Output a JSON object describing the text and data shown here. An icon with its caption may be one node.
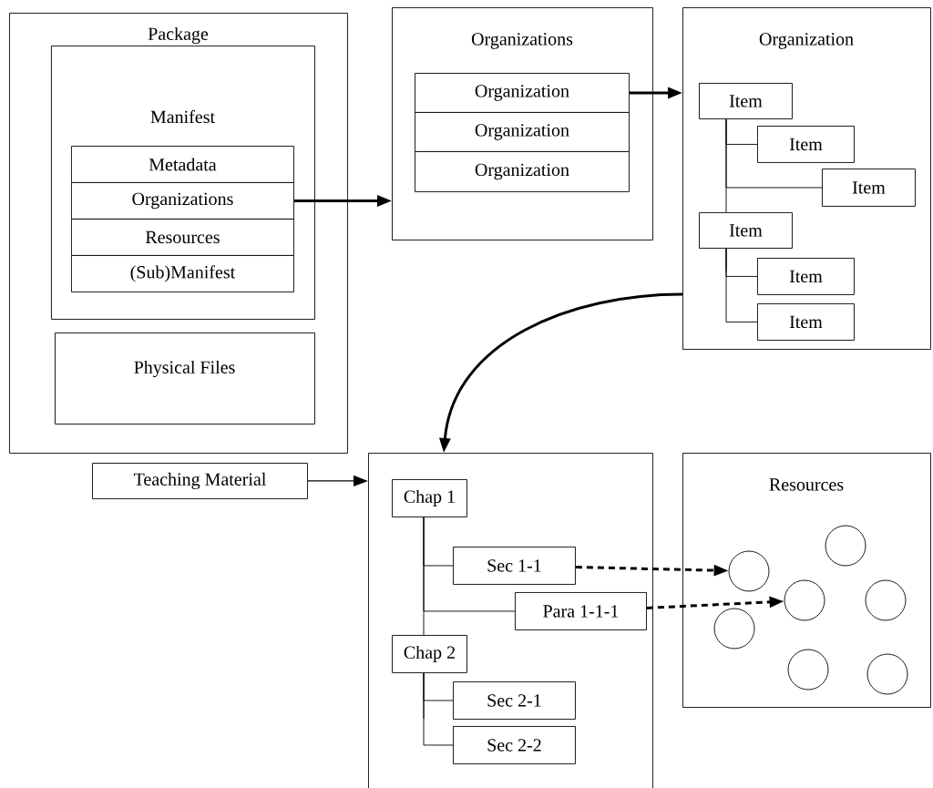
{
  "diagram": {
    "nodes": [
      {
        "text": [
          "Package"
        ]
      },
      {
        "text": [
          "Manifest"
        ],
        "in": 0
      },
      {
        "text": [
          "Metadata"
        ],
        "in": 1
      },
      {
        "text": [
          "Organizations"
        ],
        "in": 1
      },
      {
        "text": [
          "Resources"
        ],
        "in": 1
      },
      {
        "text": [
          "(Sub)Manifest"
        ],
        "in": 1
      },
      {
        "text": [
          "Physical Files"
        ],
        "in": 0
      },
      {
        "text": [
          "Organizations"
        ]
      },
      {
        "text": [
          "Organization"
        ],
        "in": 7
      },
      {
        "text": [
          "Organization"
        ],
        "in": 7
      },
      {
        "text": [
          "Organization"
        ],
        "in": 7
      },
      {
        "text": [
          "Organization"
        ]
      },
      {
        "text": [
          "Item"
        ],
        "in": 11
      },
      {
        "text": [
          "Item"
        ],
        "in": 11
      },
      {
        "text": [
          "Item"
        ],
        "in": 11
      },
      {
        "text": [
          "Item"
        ],
        "in": 11
      },
      {
        "text": [
          "Item"
        ],
        "in": 11
      },
      {
        "text": [
          "Item"
        ],
        "in": 11
      },
      {
        "text": [
          "Teaching Material"
        ]
      },
      {
        "text": [],
        "shape": "box"
      },
      {
        "text": [
          "Chap 1"
        ],
        "in": 19
      },
      {
        "text": [
          "Sec 1-1"
        ],
        "in": 19
      },
      {
        "text": [
          "Para 1-1-1"
        ],
        "in": 19
      },
      {
        "text": [
          "Chap 2"
        ],
        "in": 19
      },
      {
        "text": [
          "Sec 2-1"
        ],
        "in": 19
      },
      {
        "text": [
          "Sec 2-2"
        ],
        "in": 19
      },
      {
        "text": [
          "Resources"
        ]
      },
      {
        "text": [],
        "shape": "circle",
        "in": 26
      },
      {
        "text": [],
        "shape": "circle",
        "in": 26
      },
      {
        "text": [],
        "shape": "circle",
        "in": 26
      },
      {
        "text": [],
        "shape": "circle",
        "in": 26
      },
      {
        "text": [],
        "shape": "circle",
        "in": 26
      },
      {
        "text": [],
        "shape": "circle",
        "in": 26
      },
      {
        "text": [],
        "shape": "circle",
        "in": 26
      }
    ],
    "edges": [
      {
        "from": 3,
        "to": 7,
        "arrow": "to",
        "style": "thick"
      },
      {
        "from": 8,
        "to": 11,
        "arrow": "to",
        "style": "thick"
      },
      {
        "from": 11,
        "to": 19,
        "arrow": "to",
        "style": "thick"
      },
      {
        "from": 18,
        "to": 19,
        "arrow": "to"
      },
      {
        "from": 21,
        "to": 28,
        "arrow": "to",
        "style": "dashed"
      },
      {
        "from": 22,
        "to": 29,
        "arrow": "to",
        "style": "dashed"
      },
      {
        "from": 12,
        "to": 13,
        "arrow": "none"
      },
      {
        "from": 12,
        "to": 14,
        "arrow": "none"
      },
      {
        "from": 12,
        "to": 15,
        "arrow": "none"
      },
      {
        "from": 15,
        "to": 16,
        "arrow": "none"
      },
      {
        "from": 15,
        "to": 17,
        "arrow": "none"
      },
      {
        "from": 20,
        "to": 21,
        "arrow": "none"
      },
      {
        "from": 20,
        "to": 22,
        "arrow": "none"
      },
      {
        "from": 20,
        "to": 23,
        "arrow": "none"
      },
      {
        "from": 23,
        "to": 24,
        "arrow": "none"
      },
      {
        "from": 23,
        "to": 25,
        "arrow": "none"
      }
    ]
  }
}
